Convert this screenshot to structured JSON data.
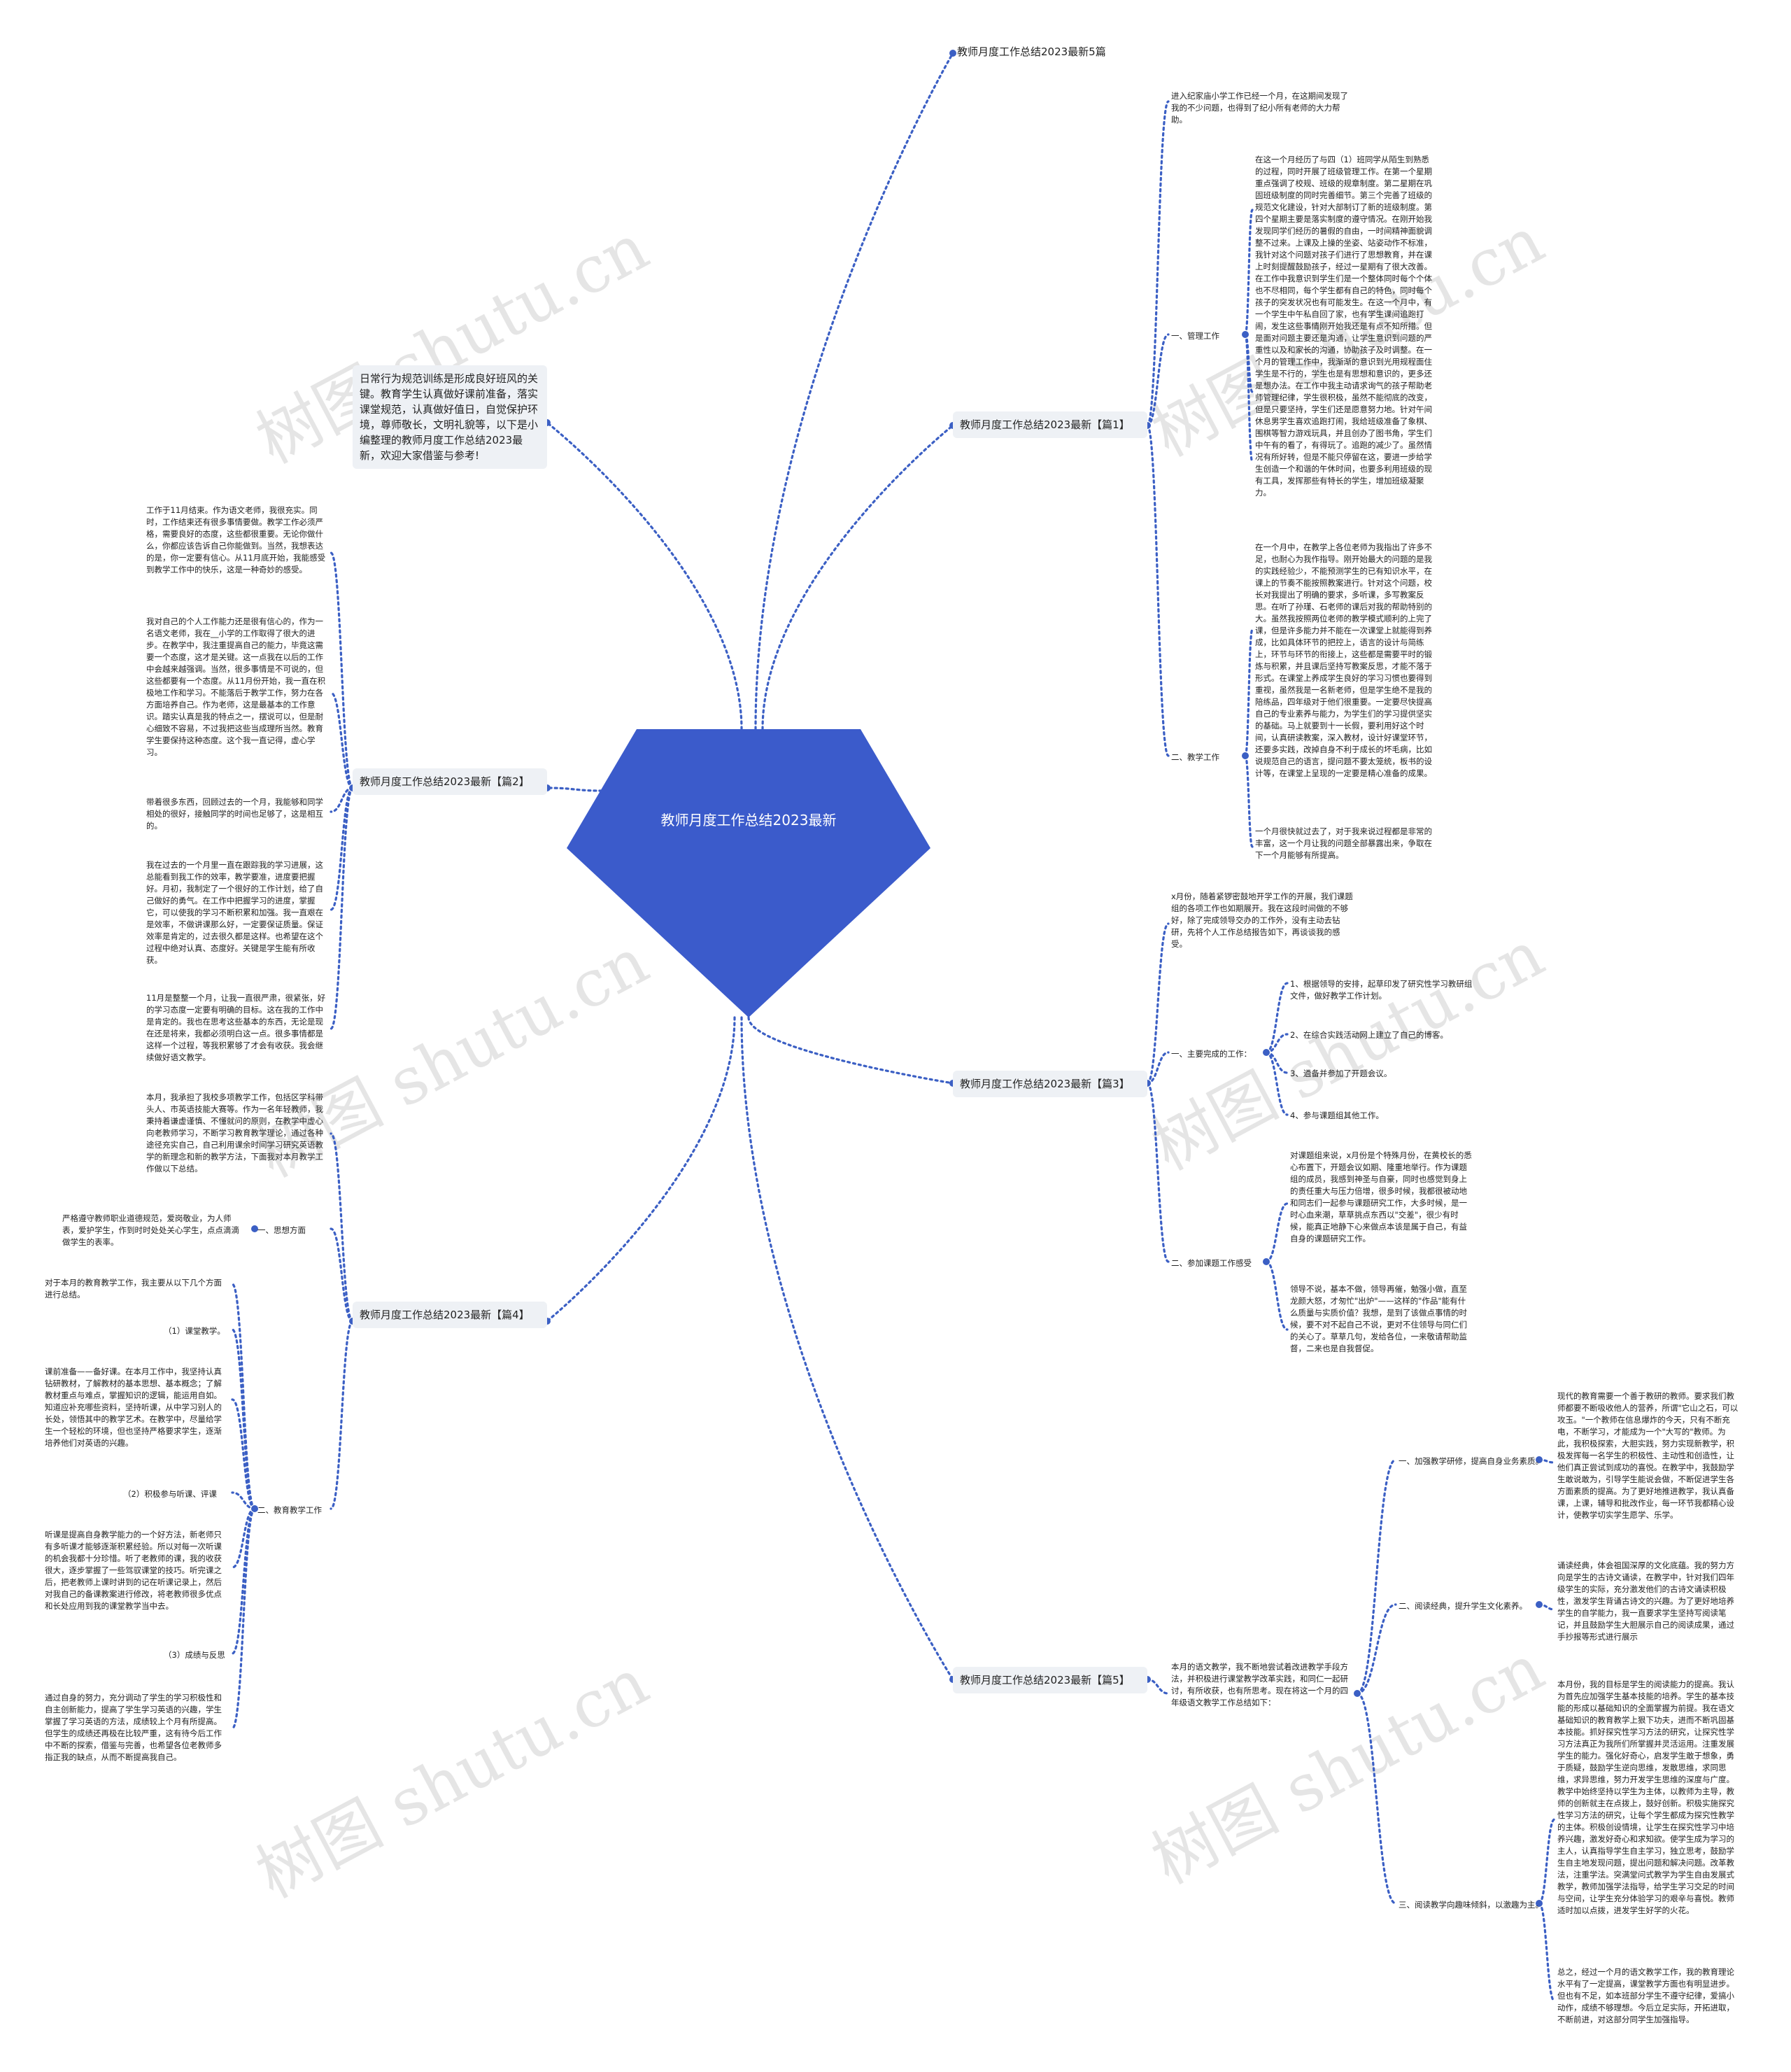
{
  "central": {
    "title": "教师月度工作总结2023最新"
  },
  "intro": "日常行为规范训练是形成良好班风的关键。教育学生认真做好课前准备，落实课堂规范，认真做好值日，自觉保护环境，尊师敬长，文明礼貌等，以下是小编整理的教师月度工作总结2023最新，欢迎大家借鉴与参考!",
  "watermark": "树图 shutu.cn",
  "colors": {
    "accent": "#3b5fc4",
    "topic_bg": "#eef1f5"
  },
  "branches": {
    "b0": {
      "title": "教师月度工作总结2023最新5篇"
    },
    "b1": {
      "title": "教师月度工作总结2023最新【篇1】",
      "lead": "进入纪家庙小学工作已经一个月，在这期间发现了我的不少问题，也得到了纪小所有老师的大力帮助。",
      "s1": "一、管理工作",
      "s1_text": "在这一个月经历了与四（1）班同学从陌生到熟悉的过程，同时开展了班级管理工作。在第一个星期重点强调了校规、班级的规章制度。第二星期在巩固班级制度的同时完善细节。第三个完善了班级的规范文化建设，针对大部制订了新的班级制度。第四个星期主要是落实制度的遵守情况。在刚开始我发现同学们经历的暑假的自由，一时间精神面貌调整不过来。上课及上操的坐姿、站姿动作不标准，我针对这个问题对孩子们进行了思想教育，并在课上时刻提醒鼓励孩子，经过一星期有了很大改善。在工作中我意识到学生们是一个整体同时每个个体也不尽相同，每个学生都有自己的特色，同时每个孩子的突发状况也有可能发生。在这一个月中，有一个学生中午私自回了家，也有学生课间追跑打闹，发生这些事情刚开始我还是有点不知所措。但是面对问题主要还是沟通，让学生意识到问题的严重性以及和家长的沟通，协助孩子及时调整。在一个月的管理工作中，我渐渐的意识到光用规程面住学生是不行的，学生也是有思想和意识的，更多还是想办法。在工作中我主动请求询气的孩子帮助老师管理纪律，学生很积极，虽然不能彻底的改变，但是只要坚持，学生们还是愿意努力地。针对午间休息男学生喜欢追跑打闹，我给班级准备了象棋、围棋等智力游戏玩具，并且创办了图书角，学生们中午有的看了，有得玩了。追跑的减少了。虽然情况有所好转，但是不能只停留在这，要进一步给学生创造一个和谐的午休时间，也要多利用班级的现有工具，发挥那些有特长的学生，增加班级凝聚力。",
      "s2": "二、教学工作",
      "s2_text": "在一个月中，在教学上各位老师为我指出了许多不足，也耐心为我作指导。刚开始最大的问题的是我的实践经验少，不能预测学生的已有知识水平，在课上的节奏不能按照教案进行。针对这个问题，校长对我提出了明确的要求，多听课，多写教案反思。在听了孙瑾、石老师的课后对我的帮助特别的大。虽然我按照两位老师的教学模式顺利的上完了课，但是许多能力并不能在一次课堂上就能得到养成，比如具体环节的把控上，语言的设计与简练上，环节与环节的衔接上，这些都是需要平时的锻炼与积累，并且课后坚持写教案反思，才能不落于形式。在课堂上养成学生良好的学习习惯也要得到重视，虽然我是一名新老师，但是学生绝不是我的陪练品，四年级对于他们很重要。一定要尽快提高自己的专业素养与能力，为学生们的学习提供坚实的基础。马上就要到十一长假，要利用好这个时间，认真研读教案，深入教材，设计好课堂环节，还要多实践，改掉自身不利于成长的坏毛病，比如说规范自己的语言，提问题不要太笼统，板书的设计等，在课堂上呈现的一定要是精心准备的成果。",
      "s3_text": "一个月很快就过去了，对于我来说过程都是非常的丰富，这一个月让我的问题全部暴露出来，争取在下一个月能够有所提高。"
    },
    "b2": {
      "title": "教师月度工作总结2023最新【篇2】",
      "p1": "工作于11月结束。作为语文老师，我很充实。同时，工作结束还有很多事情要做。教学工作必须严格，需要良好的态度，这些都很重要。无论你做什么，你都应该告诉自己你能做到。当然，我想表达的是，你一定要有信心。从11月底开始，我能感受到教学工作中的快乐，这是一种奇妙的感受。",
      "p2": "我对自己的个人工作能力还是很有信心的，作为一名语文老师，我在__小学的工作取得了很大的进步。在教学中，我注重提高自己的能力，毕竟这需要一个态度，这才是关键。这一点我在以后的工作中会越来越强调。当然，很多事情是不可说的，但这些都要有一个态度。从11月份开始，我一直在积极地工作和学习。不能落后于教学工作，努力在各方面培养自己。作为老师，这是最基本的工作意识。踏实认真是我的特点之一，摆说可以，但是耐心细致不容易，不过我把这些当成理所当然。教育学生要保持这种态度。这个我一直记得，虚心学习。",
      "p3": "带着很多东西，回顾过去的一个月，我能够和同学相处的很好，接触同学的时间也足够了，这是相互的。",
      "p4": "我在过去的一个月里一直在跟踪我的学习进展，这总能看到我工作的效率，教学要准，进度要把握好。月初，我制定了一个很好的工作计划，给了自己做好的勇气。在工作中把握学习的进度，掌握它，可以使我的学习不断积累和加强。我一直艰在是效率，不做讲课那么好，一定要保证质量。保证效率是肯定的，过去很久都是这样。也希望在这个过程中绝对认真、态度好。关键是学生能有所收获。",
      "p5": "11月是整整一个月，让我一直很严肃，很紧张，好的学习态度一定要有明确的目标。这在我的工作中是肯定的。我也在思考这些基本的东西，无论是现在还是将来，我都必须明白这一点。很多事情都是这样一个过程，等我积累够了才会有收获。我会继续做好语文教学。"
    },
    "b3": {
      "title": "教师月度工作总结2023最新【篇3】",
      "lead": "x月份，随着紧锣密鼓地开学工作的开展，我们课题组的各项工作也如期展开。我在这段时间做的不够好，除了完成领导交办的工作外，没有主动去钻研，先将个人工作总结报告如下，再谈谈我的感受。",
      "s1": "一、主要完成的工作：",
      "items": [
        "1、根据领导的安排，起草印发了研究性学习教研组文件，做好教学工作计划。",
        "2、在综合实践活动网上建立了自己的博客。",
        "3、遴备并参加了开题会议。",
        "4、参与课题组其他工作。"
      ],
      "s2": "二、参加课题工作感受",
      "t1": "对课题组来说，x月份是个特殊月份，在黄校长的悉心布置下，开题会议如期、隆重地举行。作为课题组的成员，我感到神圣与自豪，同时也感觉到身上的责任重大与压力倍增，很多时候，我都很被动地和同志们一起参与课题研究工作，大多时候，是一时心血来潮，草草挑点东西以\"交差\"，很少有时候，能真正地静下心来做点本该是属于自己，有益自身的课题研究工作。",
      "t2": "领导不说，基本不做，领导再催，勉强小做，直至龙颜大怒，才匆忙\"出炉\"——这样的\"作品\"能有什么质量与实质价值？我想，是到了该做点事情的时候，要不对不起自己不说，更对不住领导与同仁们的关心了。草草几句，发给各位，一来敬请帮助监督，二来也是自我督促。"
    },
    "b4": {
      "title": "教师月度工作总结2023最新【篇4】",
      "p0": "本月，我承担了我校多项教学工作，包括区学科带头人、市英语技能大赛等。作为一名年轻教师，我秉持着谦虚谨慎、不懂就问的原则，在教学中虚心向老教师学习，不断学习教育教学理论，通过各种途径充实自己，自己利用课余时间学习研究英语教学的新理念和新的教学方法，下面我对本月教学工作做以下总结。",
      "s1": "一、思想方面",
      "s1_text": "严格遵守教师职业道德规范，爱岗敬业，为人师表，爱护学生，作到时时处处关心学生，点点滴滴做学生的表率。",
      "s2": "二、教育教学工作",
      "lead": "对于本月的教育教学工作，我主要从以下几个方面进行总结。",
      "sub1": "（1）课堂教学。",
      "t1": "课前准备——备好课。在本月工作中，我坚持认真钻研教材，了解教材的基本思想、基本概念；了解教材重点与难点，掌握知识的逻辑，能运用自如。知道应补充哪些资料，坚持听课，从中学习别人的长处，领悟其中的教学艺术。在教学中，尽量给学生一个轻松的环境，但也坚持严格要求学生，逐渐培养他们对英语的兴趣。",
      "sub2": "（2）积极参与听课、评课",
      "t2": "听课是提高自身教学能力的一个好方法，新老师只有多听课才能够逐渐积累经验。所以对每一次听课的机会我都十分珍惜。听了老教师的课，我的收获很大，逐步掌握了一些驾驭课堂的技巧。听完课之后，把老教师上课时讲到的记在听课记录上，然后对我自己的备课教案进行修改，将老教师很多优点和长处应用到我的课堂教学当中去。",
      "sub3": "（3）成绩与反思",
      "t3": "通过自身的努力，充分调动了学生的学习积极性和自主创新能力，提高了学生学习英语的兴趣，学生掌握了学习英语的方法，成绩较上个月有所提高。但学生的成绩还再极在比较严重，这有待今后工作中不断的探索，借鉴与完善，也希望各位老教师多指正我的缺点，从而不断提高我自己。"
    },
    "b5": {
      "title": "教师月度工作总结2023最新【篇5】",
      "lead": "本月的语文教学，我不断地尝试着改进教学手段方法，并积极进行课堂教学改革实践，和同仁一起研讨，有所收获，也有所思考。现在将这一个月的四年级语文教学工作总结如下：",
      "s1": "一、加强教学研修，提高自身业务素质。",
      "s1_text": "现代的教育需要一个善于教研的教师。要求我们教师都要不断吸收他人的营养，所谓\"它山之石，可以攻玉。\"一个教师在信息爆炸的今天，只有不断充电，不断学习，才能成为一个\"大写的\"教师。为此，我积极探索，大胆实践，努力实现新教学，积极发挥每一名学生的积极性、主动性和创造性，让他们真正尝试到成功的喜悦。在教学中，我鼓励学生敢说敢为，引导学生能说会做，不断促进学生各方面素质的提高。为了更好地推进教学，我认真备课，上课，辅导和批改作业，每一环节我都精心设计，使教学切实学生愿学、乐学。",
      "s2": "二、阅读经典，提升学生文化素养。",
      "s2_text": "诵读经典，体会祖国深厚的文化底蕴。我的努力方向是学生的古诗文诵读，在教学中，针对我们四年级学生的实际，充分激发他们的古诗文诵读积极性，激发学生背诵古诗文的兴趣。为了更好地培养学生的自学能力，我一直要求学生坚持写阅读笔记，并且鼓励学生大胆展示自己的阅读成果，通过手抄报等形式进行展示",
      "s3": "三、阅读教学向趣味倾斜，以激趣为主。",
      "s3_text": "本月份，我的目标是学生的阅读能力的提高。我认为首先应加强学生基本技能的培养。学生的基本技能的形成以基础知识的全面掌握为前提。我在语文基础知识的教育教学上狠下功夫，进而不断巩固基本技能。抓好探究性学习方法的研究，让探究性学习方法真正为我所们所掌握并灵活运用。注重发展学生的能力。强化好奇心，启发学生敢于想象，勇于质疑，鼓励学生逆向思维，发散思维，求同思维，求异思维，努力开发学生思维的深度与广度。教学中始终坚持以学生为主体，以教师为主导，教师的创新就主在点拨上，鼓好创新。积极实施探究性学习方法的研究，让每个学生都成为探究性教学的主体。积极创设情境，让学生在探究性学习中培养兴趣，激发好奇心和求知欲。使学生成为学习的主人，认真指导学生自主学习，独立思考，鼓励学生自主地发现问题，提出问题和解决问题。改革教法，注重学法。突满堂问式教学为学生自由发展式教学，教师加强学法指导，给学生学习交足的时间与空间，让学生充分体验学习的艰辛与喜悦。教师适时加以点拨，进发学生好学的火花。",
      "s4_text": "总之，经过一个月的语文教学工作，我的教育理论水平有了一定提高，课堂教学方面也有明显进步。但也有不足，如本班部分学生不遵守纪律，爱搞小动作，成绩不够理想。今后立足实际，开拓进取，不断前进，对这部分同学生加强指导。"
    }
  }
}
